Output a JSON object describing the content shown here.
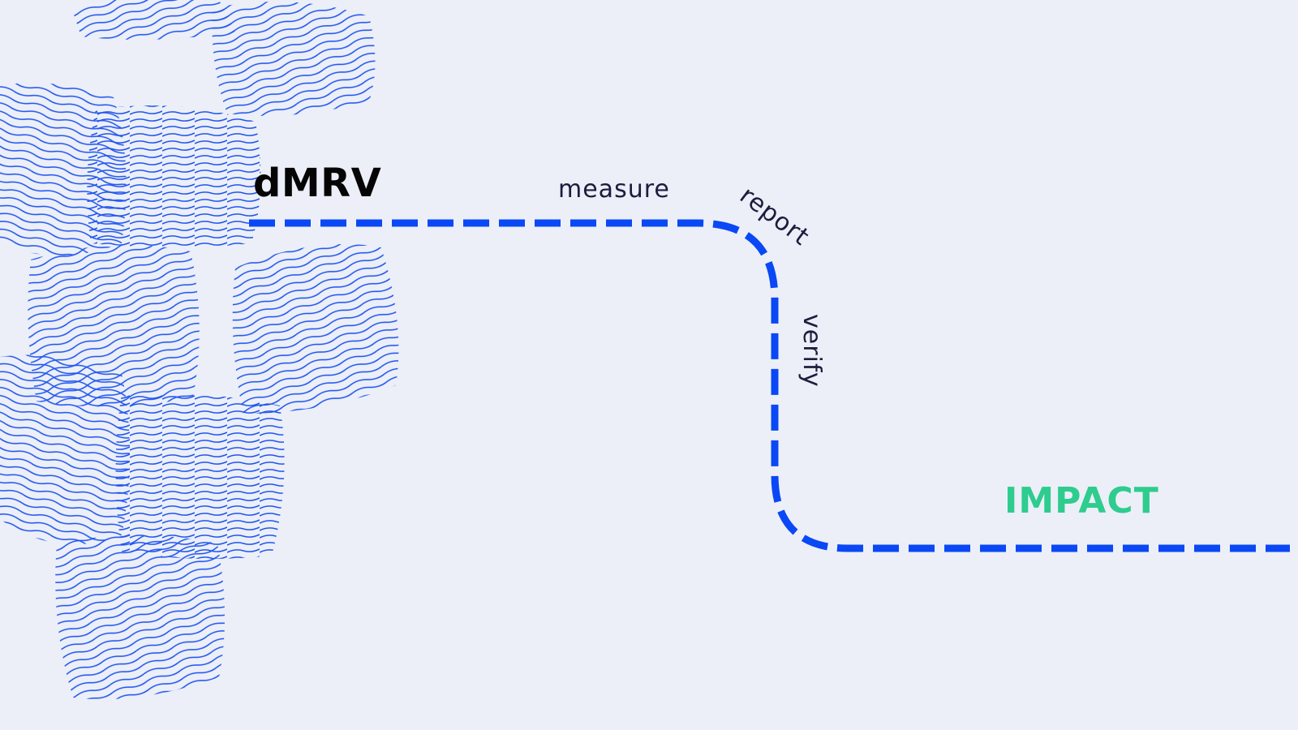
{
  "diagram": {
    "title": "dMRV",
    "outcome": "IMPACT",
    "steps": [
      {
        "label": "measure"
      },
      {
        "label": "report"
      },
      {
        "label": "verify"
      }
    ]
  },
  "colors": {
    "background": "#ECEFF7",
    "path": "#0A48F5",
    "pattern": "#1F55F0",
    "title": "#050505",
    "step_label": "#1B1D3E",
    "outcome": "#2ECC8F"
  },
  "icons": {
    "pattern": "blue-line-hatching-pattern"
  }
}
